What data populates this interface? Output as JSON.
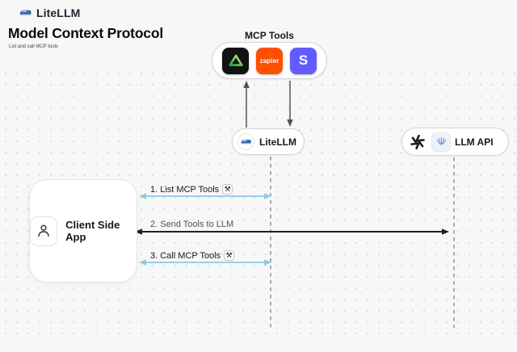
{
  "header": {
    "brand": "LiteLLM",
    "title": "Model Context Protocol",
    "subtitle": "List and call MCP tools"
  },
  "mcp": {
    "label": "MCP Tools",
    "tools": [
      {
        "name": "green-triangle-tool-icon",
        "bg": "#121212"
      },
      {
        "name": "zapier-icon",
        "text": "zapier",
        "bg": "#ff4f00"
      },
      {
        "name": "stripe-icon",
        "text": "S",
        "bg": "#635bff"
      }
    ]
  },
  "nodes": {
    "litellm": {
      "label": "LiteLLM",
      "icon": "litellm-train-icon"
    },
    "llm_api": {
      "label": "LLM API",
      "icons": [
        "openai-icon",
        "blue-fan-model-icon"
      ]
    },
    "client": {
      "label": "Client Side App",
      "icon": "person-icon"
    }
  },
  "flows": [
    {
      "label": "1. List MCP Tools",
      "glyph": "⚒",
      "from": "Client Side App",
      "to": "LiteLLM"
    },
    {
      "label": "2. Send Tools to LLM",
      "from": "Client Side App",
      "to": "LLM API"
    },
    {
      "label": "3. Call MCP Tools",
      "glyph": "⚒",
      "from": "Client Side App",
      "to": "LiteLLM"
    }
  ],
  "colors": {
    "canvas": "#f7f7f8",
    "flow_blue": "#8ec9e9",
    "flow_dark": "#1f1f23",
    "lifeline_gray": "#a1a1aa",
    "vertical_arrow": "#52525b",
    "zapier_orange": "#ff4f00",
    "stripe_purple": "#635bff",
    "tool_black": "#121212"
  }
}
